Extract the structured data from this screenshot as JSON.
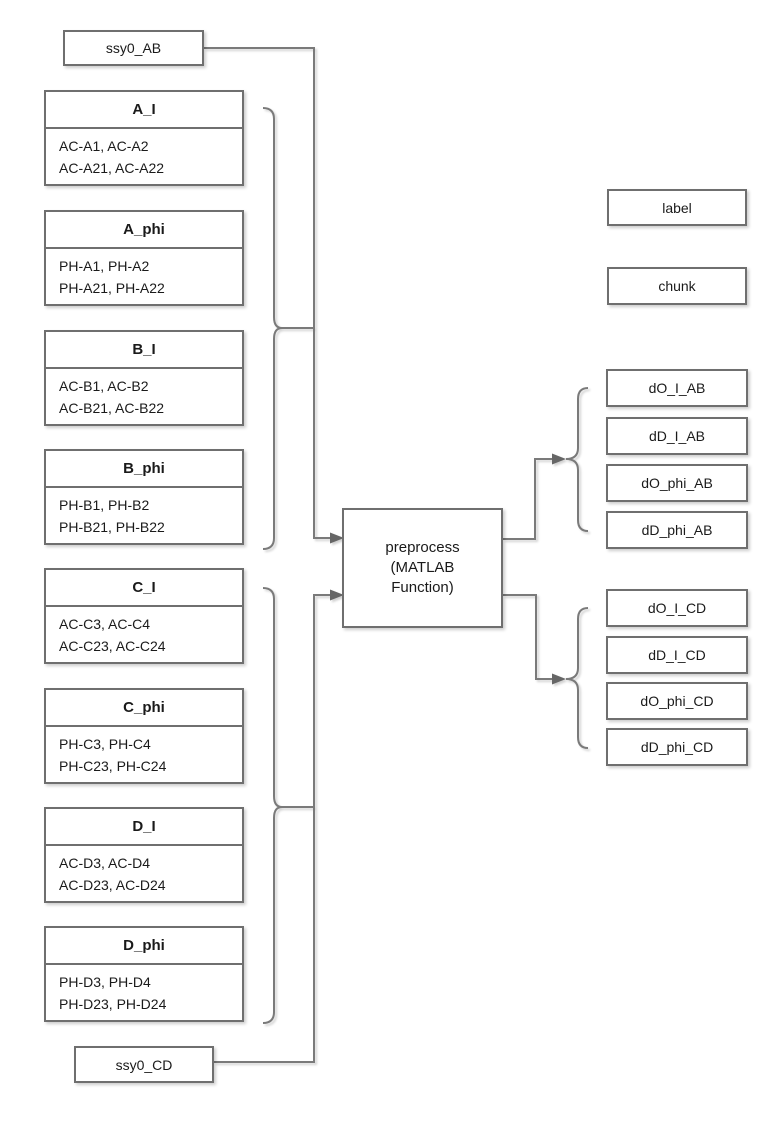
{
  "styles": {
    "wire_color": "#7a7a7a",
    "arrow_color": "#666666",
    "box_border_color": "#6f6f6f",
    "box_fill": "#ffffff",
    "text_color": "#1a1a1a"
  },
  "nodes": {
    "ssy0_ab": {
      "label": "ssy0_AB"
    },
    "ssy0_cd": {
      "label": "ssy0_CD"
    },
    "label_box": {
      "label": "label"
    },
    "chunk_box": {
      "label": "chunk"
    },
    "preprocess": {
      "label": "preprocess\n(MATLAB\nFunction)"
    }
  },
  "input_tables": [
    {
      "title": "A_I",
      "rows": [
        "AC-A1, AC-A2",
        "AC-A21, AC-A22"
      ]
    },
    {
      "title": "A_phi",
      "rows": [
        "PH-A1, PH-A2",
        "PH-A21, PH-A22"
      ]
    },
    {
      "title": "B_I",
      "rows": [
        "AC-B1, AC-B2",
        "AC-B21, AC-B22"
      ]
    },
    {
      "title": "B_phi",
      "rows": [
        "PH-B1, PH-B2",
        "PH-B21, PH-B22"
      ]
    },
    {
      "title": "C_I",
      "rows": [
        "AC-C3, AC-C4",
        "AC-C23, AC-C24"
      ]
    },
    {
      "title": "C_phi",
      "rows": [
        "PH-C3, PH-C4",
        "PH-C23, PH-C24"
      ]
    },
    {
      "title": "D_I",
      "rows": [
        "AC-D3, AC-D4",
        "AC-D23, AC-D24"
      ]
    },
    {
      "title": "D_phi",
      "rows": [
        "PH-D3, PH-D4",
        "PH-D23, PH-D24"
      ]
    }
  ],
  "outputs_ab": [
    "dO_I_AB",
    "dD_I_AB",
    "dO_phi_AB",
    "dD_phi_AB"
  ],
  "outputs_cd": [
    "dO_I_CD",
    "dD_I_CD",
    "dO_phi_CD",
    "dD_phi_CD"
  ]
}
